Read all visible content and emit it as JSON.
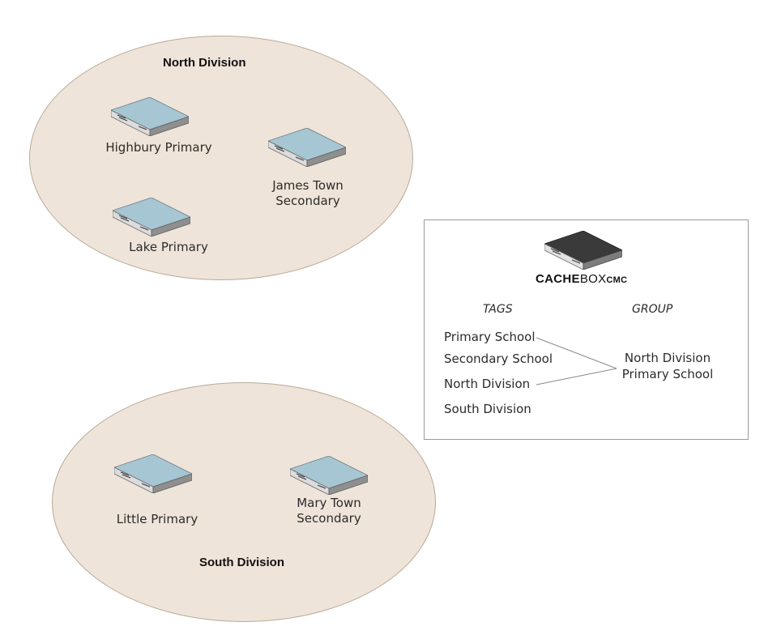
{
  "colors": {
    "ellipse_fill": "#efe4d9",
    "device_top": "#a7c6d3",
    "device_side": "#8f8f8f",
    "cmc_top": "#3a3a3a"
  },
  "north": {
    "title": "North Division",
    "sites": [
      {
        "label": "Highbury Primary"
      },
      {
        "label": "James Town\nSecondary"
      },
      {
        "label": "Lake Primary"
      }
    ]
  },
  "south": {
    "title": "South Division",
    "sites": [
      {
        "label": "Little Primary"
      },
      {
        "label": "Mary Town\nSecondary"
      }
    ]
  },
  "legend": {
    "brand_part1": "CACHE",
    "brand_part2": "BOX",
    "brand_part3": "CMC",
    "tags_header": "TAGS",
    "group_header": "GROUP",
    "tags": [
      "Primary School",
      "Secondary School",
      "North Division",
      "South Division"
    ],
    "group": [
      "North Division",
      "Primary School"
    ]
  }
}
